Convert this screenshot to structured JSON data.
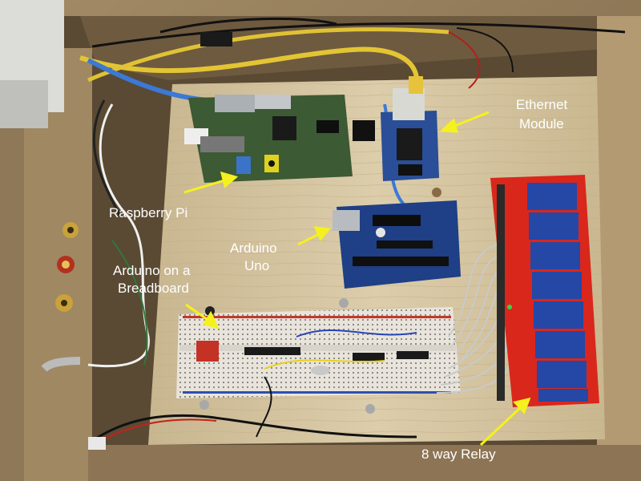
{
  "labels": {
    "ethernet_line1": "Ethernet",
    "ethernet_line2": "Module",
    "raspberry_pi": "Raspberry Pi",
    "arduino_uno_line1": "Arduino",
    "arduino_uno_line2": "Uno",
    "breadboard_line1": "Arduino on a",
    "breadboard_line2": "Breadboard",
    "relay": "8 way Relay"
  },
  "colors": {
    "label_text": "#ffffff",
    "arrow": "#f5f11e",
    "wood_light": "#d8c9a4",
    "wood_dark": "#b9a57d",
    "raspberry_pi_board": "#3c5a34",
    "arduino_board": "#1f3f86",
    "relay_board": "#d9271c",
    "relay_module": "#2547a6",
    "ethernet_module": "#2a4e97",
    "breadboard": "#e6e2da",
    "ethernet_cable": "#e3c534",
    "usb_cable": "#3b79d6"
  }
}
